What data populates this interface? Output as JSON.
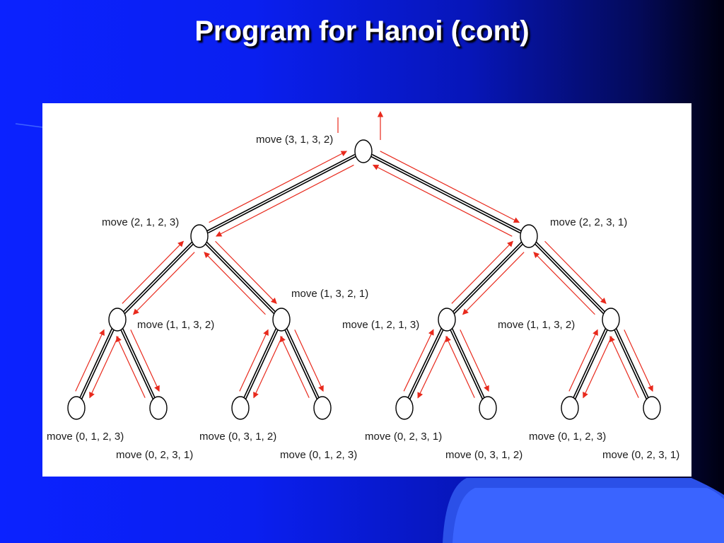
{
  "slide": {
    "title": "Program for Hanoi (cont)"
  },
  "colors": {
    "edge": "#000000",
    "arrow": "#e8291c",
    "panel": "#ffffff",
    "node_fill": "#ffffff"
  },
  "tree": {
    "labels": {
      "root": "move (3, 1, 3, 2)",
      "left": "move (2, 1, 2, 3)",
      "right": "move (2, 2, 3, 1)",
      "ll": "move (1, 1, 3, 2)",
      "lr": "move (1, 3, 2, 1)",
      "rl": "move (1, 2, 1, 3)",
      "rr": "move (1, 1, 3, 2)",
      "lll": "move (0, 1, 2, 3)",
      "llr": "move (0, 2, 3, 1)",
      "lrl": "move (0, 3, 1, 2)",
      "lrr": "move (0, 1, 2, 3)",
      "rll": "move (0, 2, 3, 1)",
      "rlr": "move (0, 3, 1, 2)",
      "rrl": "move (0, 1, 2, 3)",
      "rrr": "move (0, 2, 3, 1)"
    }
  }
}
